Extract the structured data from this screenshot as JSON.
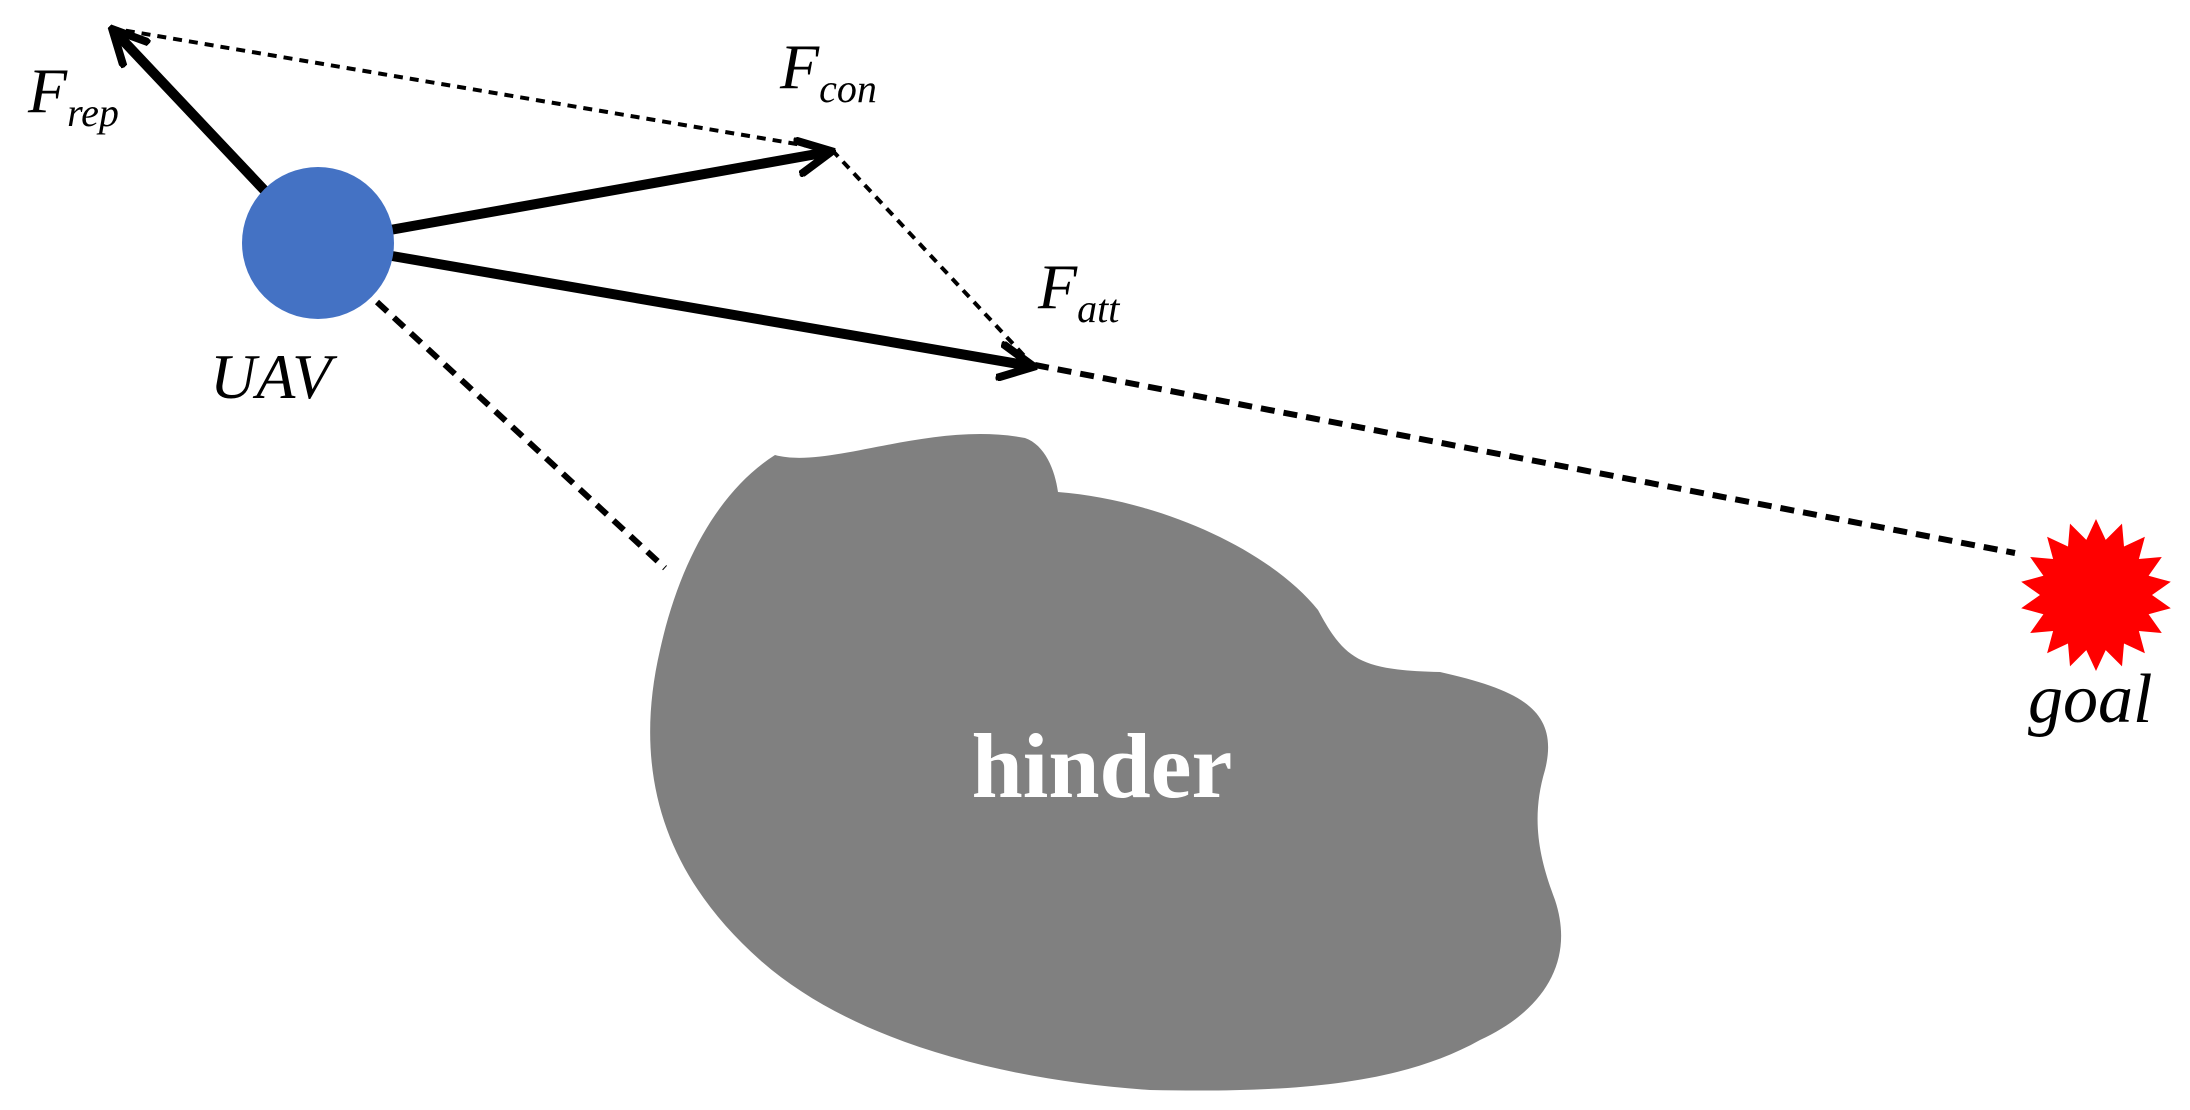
{
  "labels": {
    "f_rep_main": "F",
    "f_rep_sub": "rep",
    "f_con_main": "F",
    "f_con_sub": "con",
    "f_att_main": "F",
    "f_att_sub": "att",
    "uav": "UAV",
    "goal": "goal",
    "hinder": "hinder"
  },
  "colors": {
    "uav": "#4472C4",
    "obstacle": "#808080",
    "goal": "#FF0000",
    "vectors": "#000000"
  }
}
